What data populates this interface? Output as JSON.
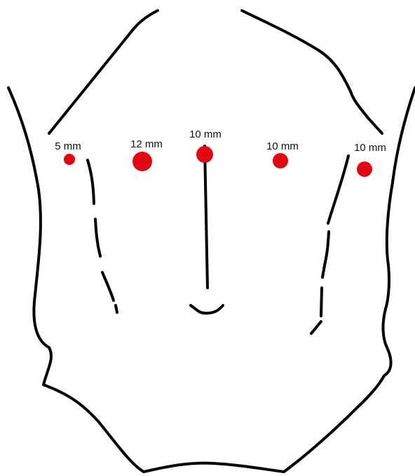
{
  "diagram": {
    "port_color": "#e30613",
    "outline_color": "#000000",
    "ports": [
      {
        "id": "port-5mm-left",
        "label": "5 mm",
        "size_mm": 5
      },
      {
        "id": "port-12mm",
        "label": "12 mm",
        "size_mm": 12
      },
      {
        "id": "port-10mm-umbilical",
        "label": "10 mm",
        "size_mm": 10
      },
      {
        "id": "port-10mm-right",
        "label": "10 mm",
        "size_mm": 10
      },
      {
        "id": "port-10mm-far-right",
        "label": "10 mm",
        "size_mm": 10
      }
    ]
  }
}
